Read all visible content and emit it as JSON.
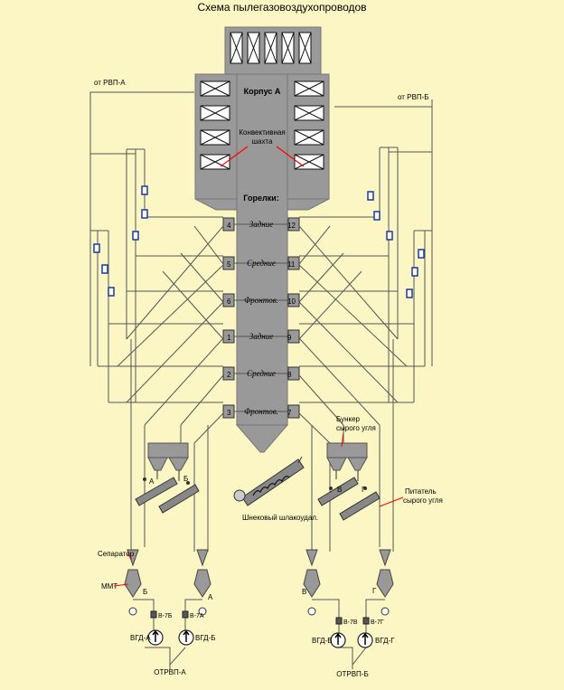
{
  "title": "Схема пылегазовоздухопроводов",
  "sources": {
    "left": "от РВП-А",
    "right": "от РВП-Б"
  },
  "boiler": {
    "label": "Корпус А",
    "shaft_label_1": "Конвективная",
    "shaft_label_2": "шахта",
    "burners_label": "Горелки:"
  },
  "burner_rows": [
    {
      "name": "Задние",
      "left": "4",
      "right": "12"
    },
    {
      "name": "Средние",
      "left": "5",
      "right": "11"
    },
    {
      "name": "Фронтов.",
      "left": "6",
      "right": "10"
    },
    {
      "name": "Задние",
      "left": "1",
      "right": "9"
    },
    {
      "name": "Средние",
      "left": "2",
      "right": "8"
    },
    {
      "name": "Фронтов.",
      "left": "3",
      "right": "7"
    }
  ],
  "bunker": {
    "line1": "Бункер",
    "line2": "сырого угля"
  },
  "feeder": {
    "line1": "Питатель",
    "line2": "сырого угля"
  },
  "screw": "Шнековый шлакоудал.",
  "separator": "Сепаратор",
  "mill": "ММТ",
  "feeder_tags": {
    "a": "А",
    "b": "Б",
    "v": "В",
    "g": "Г"
  },
  "mills": {
    "a": "А",
    "b": "Б",
    "v": "В",
    "g": "Г"
  },
  "gates": {
    "b": "В-7Б",
    "a": "В-7А",
    "v": "В-7В",
    "g": "В-7Г"
  },
  "fans": {
    "a": "ВГД-А",
    "b": "ВГД-Б",
    "v": "ВГД-В",
    "g": "ВГД-Г"
  },
  "returns": {
    "left": "ОТРВП-А",
    "right": "ОТРВП-Б"
  },
  "colors": {
    "background": "#fbf6c4",
    "boiler": "#999999",
    "line": "#555555",
    "pointer": "#ff0000",
    "damper": "#1a3aa0"
  }
}
